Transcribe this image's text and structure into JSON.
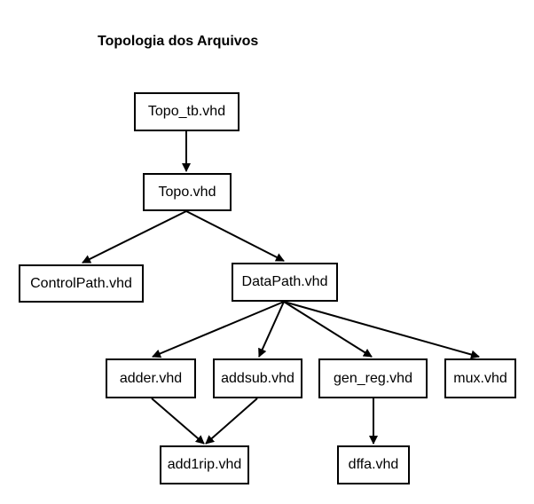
{
  "title": "Topologia dos Arquivos",
  "nodes": {
    "topo_tb": "Topo_tb.vhd",
    "topo": "Topo.vhd",
    "controlpath": "ControlPath.vhd",
    "datapath": "DataPath.vhd",
    "adder": "adder.vhd",
    "addsub": "addsub.vhd",
    "gen_reg": "gen_reg.vhd",
    "mux": "mux.vhd",
    "add1rip": "add1rip.vhd",
    "dffa": "dffa.vhd"
  },
  "edges": [
    {
      "from": "topo_tb",
      "to": "topo"
    },
    {
      "from": "topo",
      "to": "controlpath"
    },
    {
      "from": "topo",
      "to": "datapath"
    },
    {
      "from": "datapath",
      "to": "adder"
    },
    {
      "from": "datapath",
      "to": "addsub"
    },
    {
      "from": "datapath",
      "to": "gen_reg"
    },
    {
      "from": "datapath",
      "to": "mux"
    },
    {
      "from": "adder",
      "to": "add1rip"
    },
    {
      "from": "addsub",
      "to": "add1rip"
    },
    {
      "from": "gen_reg",
      "to": "dffa"
    }
  ]
}
